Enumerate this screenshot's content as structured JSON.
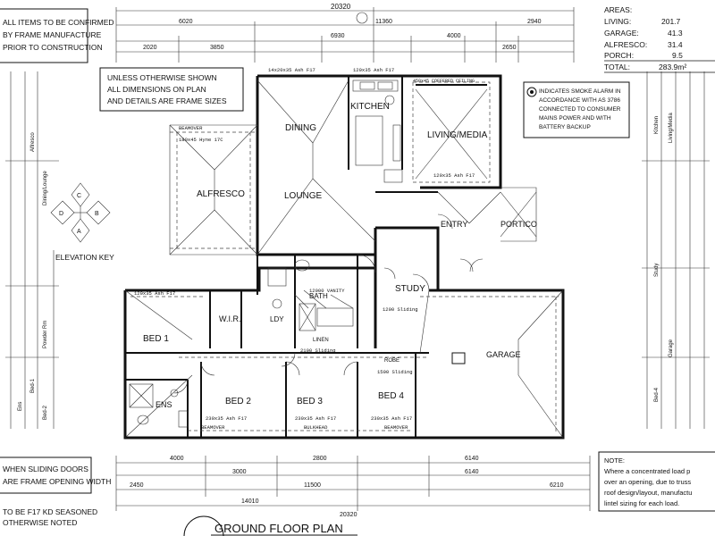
{
  "plan": {
    "title": "GROUND FLOOR PLAN",
    "top_left_note": [
      "ALL ITEMS TO BE CONFIRMED",
      "BY FRAME MANUFACTURE",
      "PRIOR TO CONSTRUCTION"
    ],
    "dimensions_note": [
      "UNLESS OTHERWISE SHOWN",
      "ALL DIMENSIONS ON PLAN",
      "AND DETAILS ARE FRAME SIZES"
    ],
    "smoke_alarm_note": [
      "INDICATES SMOKE ALARM IN",
      "ACCORDANCE WITH AS 3786",
      "CONNECTED TO CONSUMER",
      "MAINS POWER AND WITH",
      "BATTERY BACKUP"
    ],
    "elevation_key_label": "ELEVATION KEY",
    "elevation_key_letters": [
      "C",
      "D",
      "B",
      "A"
    ],
    "sliding_doors_note": [
      "WHEN SLIDING DOORS",
      "ARE FRAME OPENING WIDTH"
    ],
    "seasoned_note": [
      "TO BE F17 KD SEASONED",
      "OTHERWISE NOTED"
    ],
    "load_note": [
      "NOTE:",
      "Where a concentrated load p",
      "over an opening, due to truss",
      "roof design/layout, manufactu",
      "lintel sizing for each load."
    ],
    "areas": {
      "heading": "AREAS:",
      "rows": [
        {
          "label": "LIVING:",
          "value": "201.7"
        },
        {
          "label": "GARAGE:",
          "value": "41.3"
        },
        {
          "label": "ALFRESCO:",
          "value": "31.4"
        },
        {
          "label": "PORCH:",
          "value": "9.5"
        },
        {
          "label": "TOTAL:",
          "value": "283.9m²"
        }
      ]
    },
    "rooms": {
      "dining": "DINING",
      "kitchen": "KITCHEN",
      "living": "LIVING/MEDIA",
      "alfresco": "ALFRESCO",
      "lounge": "LOUNGE",
      "entry": "ENTRY",
      "portico": "PORTICO",
      "study": "STUDY",
      "bath": "BATH",
      "ldy": "LDY",
      "wir": "W.I.R.",
      "bed1": "BED 1",
      "bed2": "BED 2",
      "bed3": "BED 3",
      "bed4": "BED 4",
      "ens": "ENS",
      "garage": "GARAGE",
      "robe": "ROBE",
      "linen": "LINEN"
    },
    "dims": {
      "top_overall": "20320",
      "top_a": "11360",
      "top_b": "6020",
      "top_c": "2940",
      "top_d": "6930",
      "top_e": "3850",
      "top_f": "4000",
      "top_g": "2020",
      "top_h": "2650",
      "bot_overall": "20320",
      "bot_a": "14010",
      "bot_b": "11500",
      "bot_c": "6210",
      "bot_d": "4000",
      "bot_e": "2450",
      "bot_f": "3000",
      "bot_g": "2800",
      "bot_h": "6140",
      "bot_i": "6140"
    },
    "beam_labels": {
      "b1": "14x20x35 Ash F17",
      "b2": "120x35 Ash F17",
      "b3": "180x45 Hyne 17C",
      "b4": "120x35 Ash F17",
      "b5": "120x35 Ash F17",
      "b6": "230x35 Ash F17",
      "b7": "230x35 Ash F17",
      "b8": "230x35 Ash F17",
      "b9": "BEAMOVER",
      "b10": "BEAMOVER",
      "b11": "BULKHEAD",
      "b12": "BEAMOVER",
      "b13": "450x45 COFFERED CEILING",
      "b14": "12000 VANITY",
      "b15": "1200 Sliding",
      "b16": "2100 Sliding",
      "b17": "1500 Sliding"
    },
    "side_labels_left": [
      "Alfresco",
      "Dining/Lounge",
      "Powder Rm",
      "Bed-1",
      "Ens",
      "Bed-2"
    ],
    "side_labels_right": [
      "Kitchen",
      "Living/Media",
      "Study",
      "Garage",
      "Bed-4"
    ]
  }
}
